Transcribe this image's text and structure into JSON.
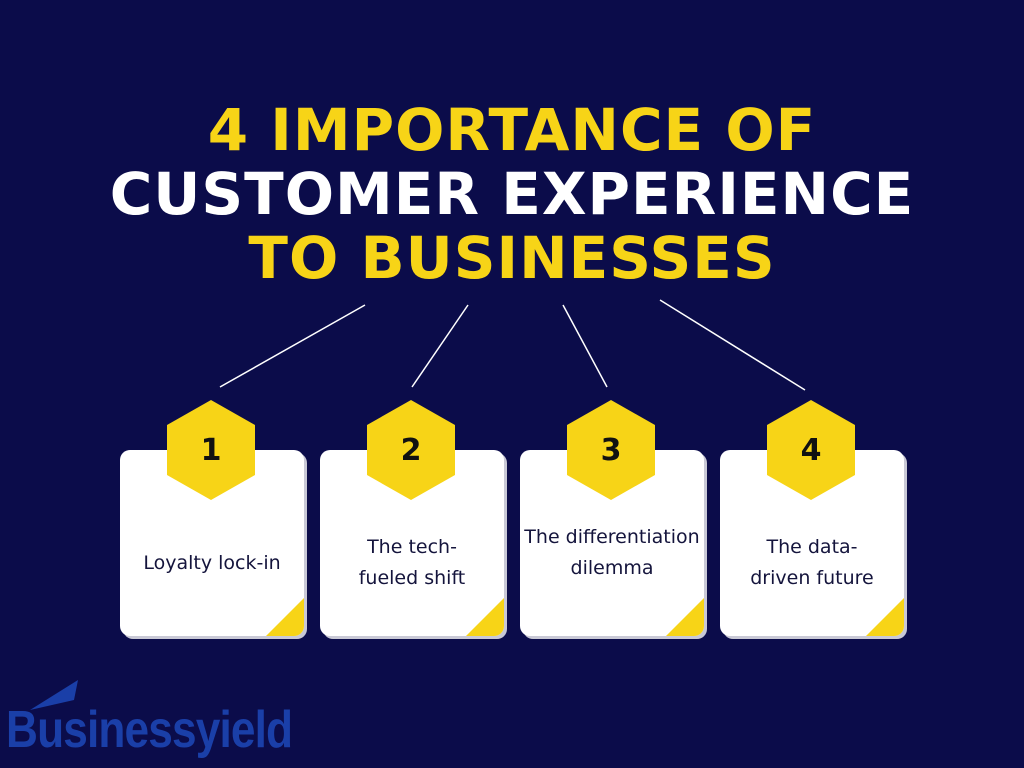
{
  "title": {
    "line1": "4 IMPORTANCE OF",
    "line2": "CUSTOMER EXPERIENCE",
    "line3": "TO BUSINESSES"
  },
  "items": [
    {
      "number": "1",
      "label": "Loyalty lock-in"
    },
    {
      "number": "2",
      "label": "The tech-fueled shift"
    },
    {
      "number": "3",
      "label": "The differentiation dilemma"
    },
    {
      "number": "4",
      "label": "The data-driven future"
    }
  ],
  "logo": "Businessyield",
  "colors": {
    "background": "#0b0c4a",
    "accent": "#f7d417",
    "logo": "#1a3fa8"
  }
}
